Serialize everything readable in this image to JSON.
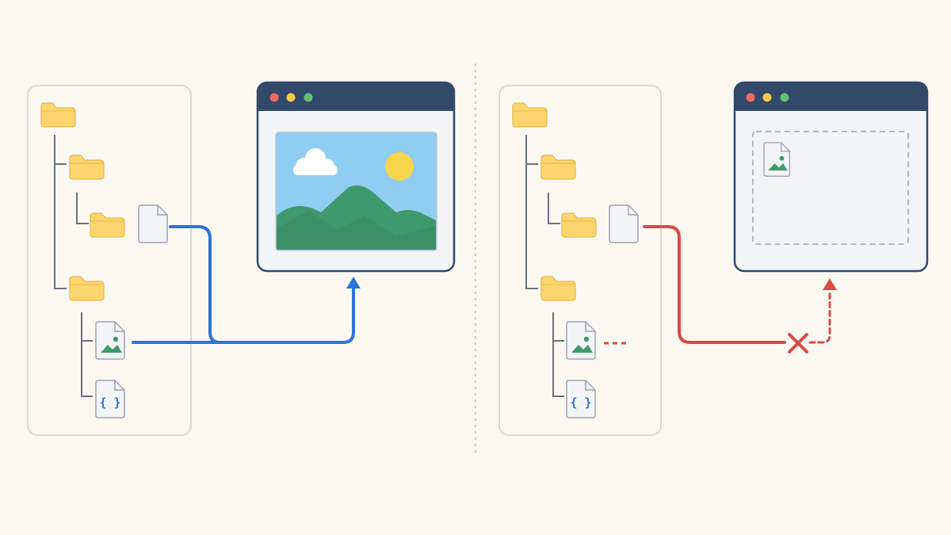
{
  "colors": {
    "background": "#fbf8f2",
    "panel_border": "#d9d9d9",
    "tree_line": "#6b7280",
    "folder_fill": "#fcd56e",
    "folder_stroke": "#e6b94a",
    "file_fill": "#f3f4f6",
    "file_stroke": "#9ca3af",
    "browser_titlebar": "#33496a",
    "browser_body": "#f3f4f6",
    "dot_red": "#ef6b63",
    "dot_yellow": "#f5c84b",
    "dot_green": "#62c073",
    "sky": "#8fcdf2",
    "sun": "#f7d54b",
    "mountain": "#3e9a6c",
    "mountain_dark": "#3a8d63",
    "success_path": "#2c74d8",
    "failure_path": "#d94a45",
    "json_braces": "#2c74d8",
    "divider": "#b8c0cc"
  },
  "left_panel": {
    "tree": {
      "folders": [
        "root-folder",
        "subfolder",
        "nested-folder",
        "assets-folder"
      ],
      "files": [
        "blank-document",
        "image-file",
        "json-file"
      ],
      "json_file_glyph": "{ }"
    },
    "browser": {
      "content": "image-preview-displayed"
    },
    "status": "success"
  },
  "right_panel": {
    "tree": {
      "folders": [
        "root-folder",
        "subfolder",
        "nested-folder",
        "assets-folder"
      ],
      "files": [
        "blank-document",
        "image-file",
        "json-file"
      ],
      "json_file_glyph": "{ }"
    },
    "browser": {
      "content": "broken-image-placeholder"
    },
    "status": "failed"
  },
  "icons": [
    "folder-icon",
    "document-icon",
    "image-file-icon",
    "json-file-icon",
    "browser-window-icon",
    "arrow-icon",
    "x-mark-icon"
  ]
}
